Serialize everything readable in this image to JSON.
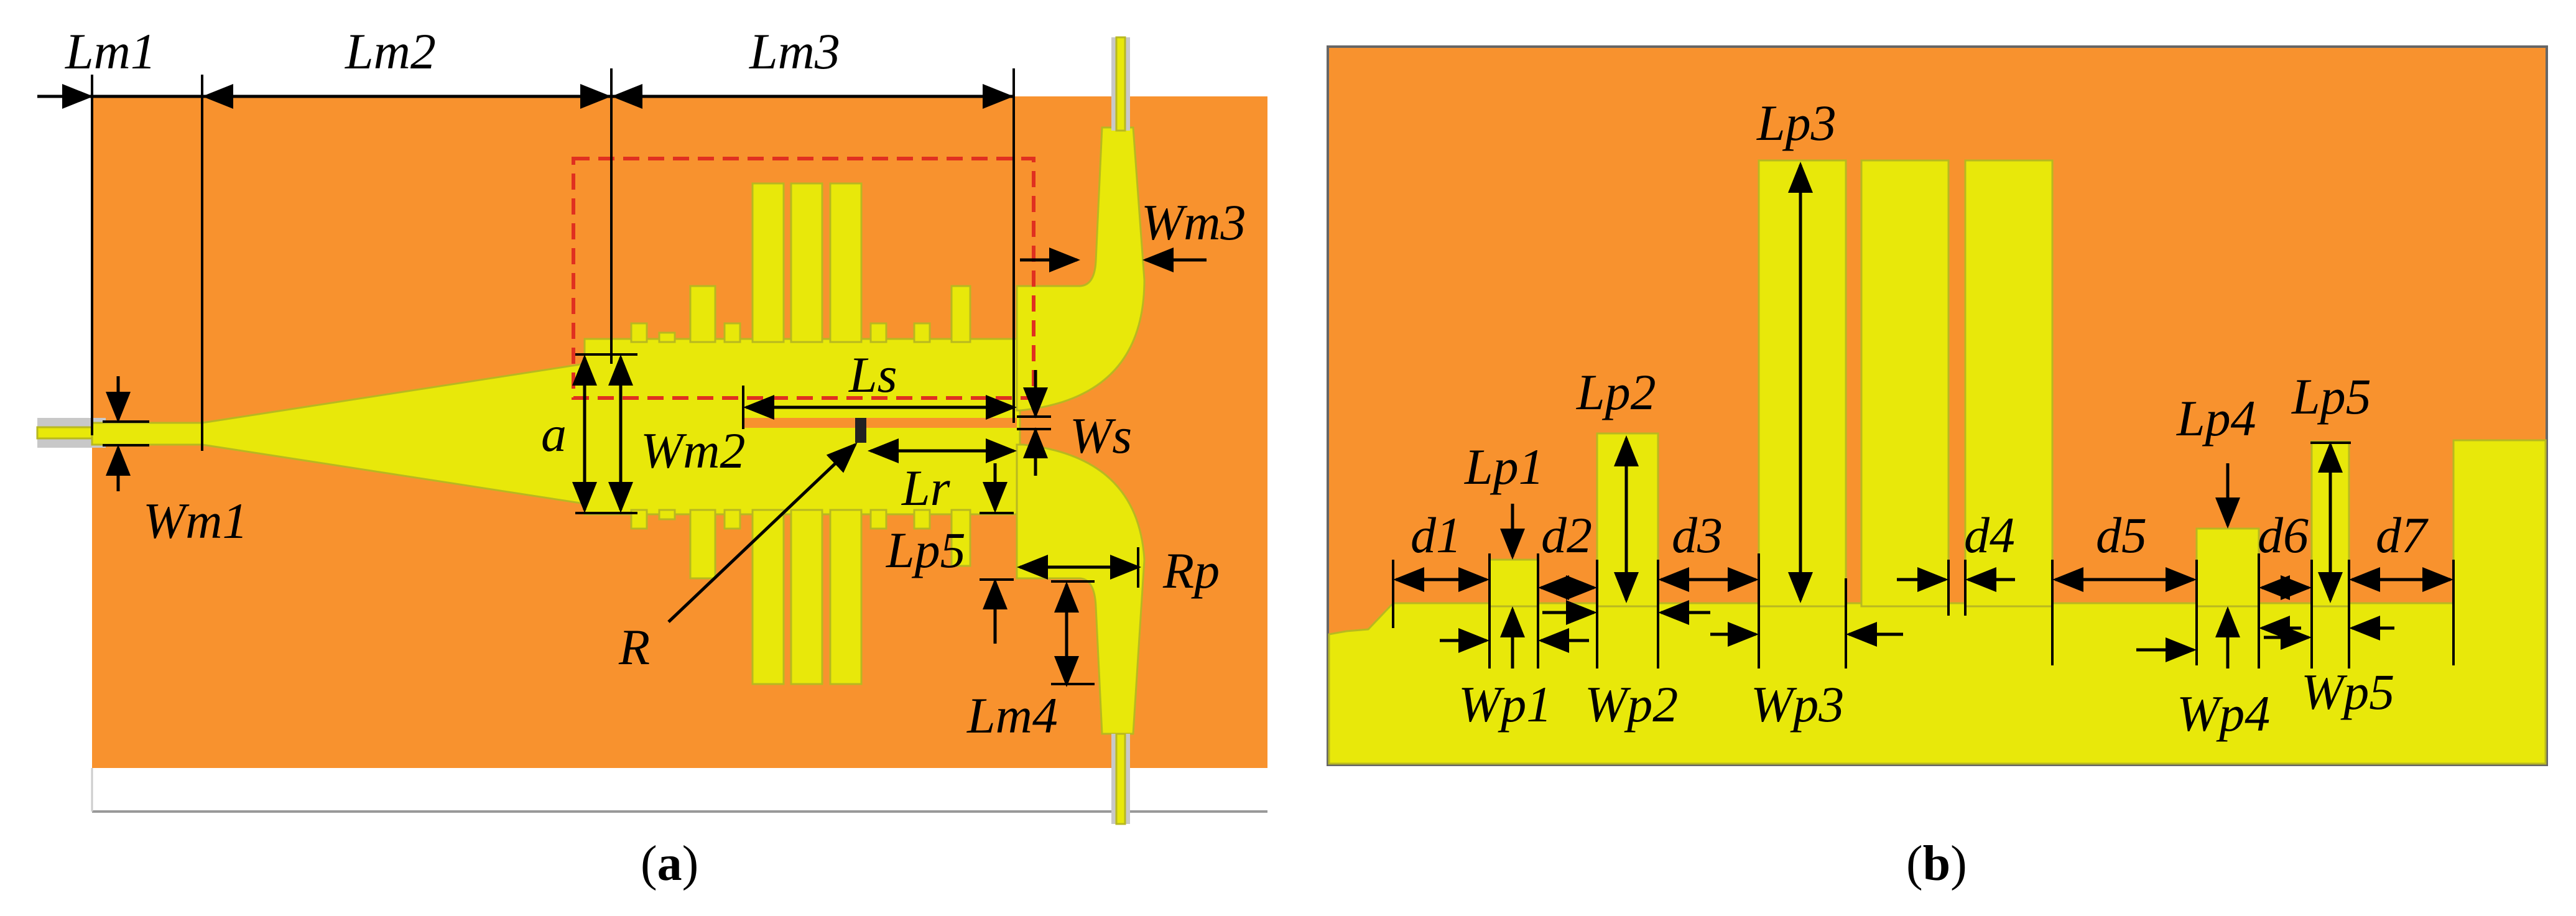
{
  "colors": {
    "substrate": "#F8922E",
    "metal": "#E8E80A",
    "metal_edge": "#B8B820",
    "port": "#C8C8C8",
    "guide": "#E03020"
  },
  "panel_a": {
    "caption": {
      "open": "(",
      "letter": "a",
      "close": ")"
    },
    "labels": {
      "Lm1": "Lm1",
      "Lm2": "Lm2",
      "Lm3": "Lm3",
      "Wm3": "Wm3",
      "Ls": "Ls",
      "a": "a",
      "Wm2": "Wm2",
      "Ws": "Ws",
      "Lr": "Lr",
      "Wm1": "Wm1",
      "Lp5": "Lp5",
      "Rp": "Rp",
      "R": "R",
      "Lm4": "Lm4"
    }
  },
  "panel_b": {
    "caption": {
      "open": "(",
      "letter": "b",
      "close": ")"
    },
    "labels": {
      "Lp3": "Lp3",
      "Lp2": "Lp2",
      "Lp1": "Lp1",
      "Lp4": "Lp4",
      "Lp5": "Lp5",
      "d1": "d1",
      "d2": "d2",
      "d3": "d3",
      "d4": "d4",
      "d5": "d5",
      "d6": "d6",
      "d7": "d7",
      "Wp1": "Wp1",
      "Wp2": "Wp2",
      "Wp3": "Wp3",
      "Wp4": "Wp4",
      "Wp5": "Wp5"
    }
  }
}
